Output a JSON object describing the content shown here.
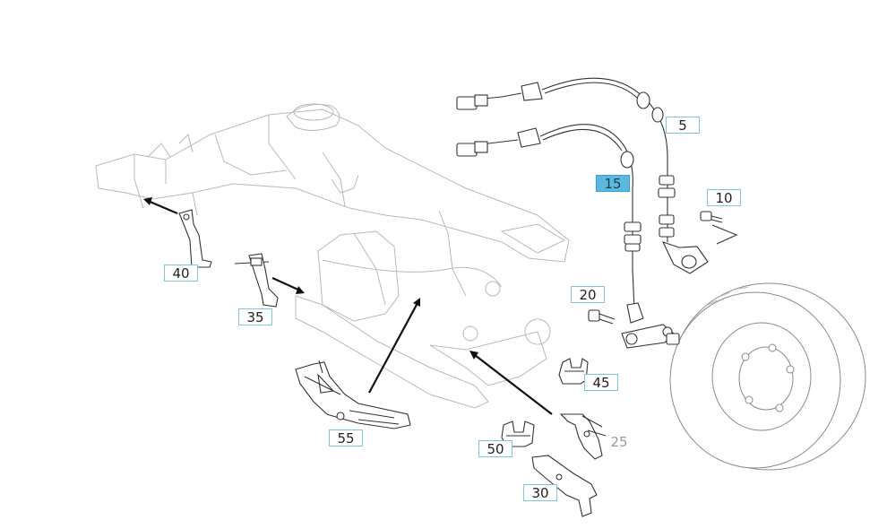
{
  "callouts": [
    {
      "label": "5",
      "state": "normal"
    },
    {
      "label": "10",
      "state": "normal"
    },
    {
      "label": "15",
      "state": "selected"
    },
    {
      "label": "20",
      "state": "normal"
    },
    {
      "label": "25",
      "state": "plain"
    },
    {
      "label": "30",
      "state": "normal"
    },
    {
      "label": "35",
      "state": "normal"
    },
    {
      "label": "40",
      "state": "normal"
    },
    {
      "label": "45",
      "state": "normal"
    },
    {
      "label": "50",
      "state": "normal"
    },
    {
      "label": "55",
      "state": "normal"
    }
  ],
  "colors": {
    "callout_border": "#7fc4e0",
    "callout_selected": "#5bb8e0",
    "line_art": "#333333",
    "faint_art": "#b9b9b9"
  }
}
